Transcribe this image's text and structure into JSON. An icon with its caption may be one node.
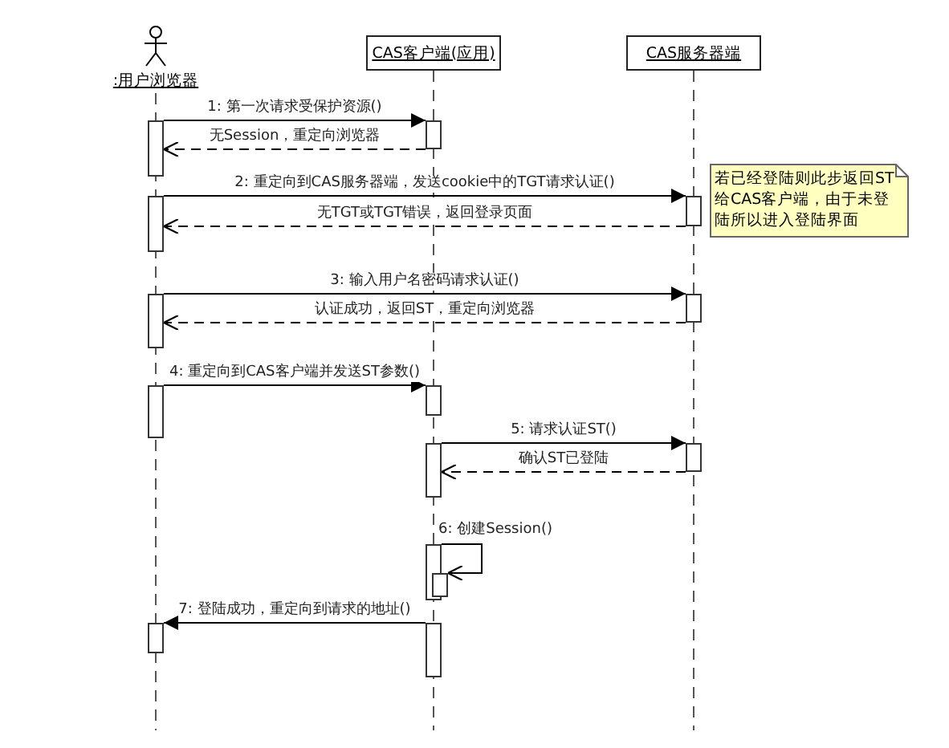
{
  "diagram": {
    "nodes": [
      {
        "text": [
          ":用户浏览器"
        ]
      },
      {
        "text": [
          "CAS客户端(应用)"
        ]
      },
      {
        "text": [
          "CAS服务器端"
        ]
      },
      {
        "text": [
          "若已经登陆则此步返回ST给CAS客户端，由于未登陆所以进入登陆界面"
        ]
      },
      {
        "text": [],
        "shape": "bar"
      },
      {
        "text": [],
        "shape": "bar"
      },
      {
        "text": [],
        "shape": "bar"
      },
      {
        "text": [],
        "shape": "bar"
      },
      {
        "text": [],
        "shape": "bar"
      },
      {
        "text": [],
        "shape": "bar"
      },
      {
        "text": [],
        "shape": "bar"
      },
      {
        "text": [],
        "shape": "bar"
      },
      {
        "text": [],
        "shape": "bar"
      },
      {
        "text": [],
        "shape": "bar"
      },
      {
        "text": [],
        "shape": "bar"
      },
      {
        "text": [],
        "shape": "bar"
      },
      {
        "text": [],
        "shape": "bar"
      },
      {
        "text": [],
        "shape": "bar"
      }
    ],
    "edges": [
      {
        "from": 4,
        "to": 5,
        "arrow": "to",
        "label": "1: 第一次请求受保护资源()"
      },
      {
        "from": 5,
        "to": 4,
        "arrow": "to",
        "label": "无Session，重定向浏览器",
        "style": "dashed"
      },
      {
        "from": 6,
        "to": 7,
        "arrow": "to",
        "label": "2: 重定向到CAS服务器端，发送cookie中的TGT请求认证()"
      },
      {
        "from": 7,
        "to": 6,
        "arrow": "to",
        "label": "无TGT或TGT错误，返回登录页面",
        "style": "dashed"
      },
      {
        "from": 8,
        "to": 9,
        "arrow": "to",
        "label": "3: 输入用户名密码请求认证()"
      },
      {
        "from": 9,
        "to": 8,
        "arrow": "to",
        "label": "认证成功，返回ST，重定向浏览器",
        "style": "dashed"
      },
      {
        "from": 10,
        "to": 11,
        "arrow": "to",
        "label": "4: 重定向到CAS客户端并发送ST参数()"
      },
      {
        "from": 12,
        "to": 13,
        "arrow": "to",
        "label": "5: 请求认证ST()"
      },
      {
        "from": 13,
        "to": 12,
        "arrow": "to",
        "label": "确认ST已登陆",
        "style": "dashed"
      },
      {
        "from": 14,
        "to": 15,
        "arrow": "to",
        "label": "6: 创建Session()"
      },
      {
        "from": 16,
        "to": 17,
        "arrow": "to",
        "label": "7: 登陆成功，重定向到请求的地址()"
      }
    ]
  }
}
